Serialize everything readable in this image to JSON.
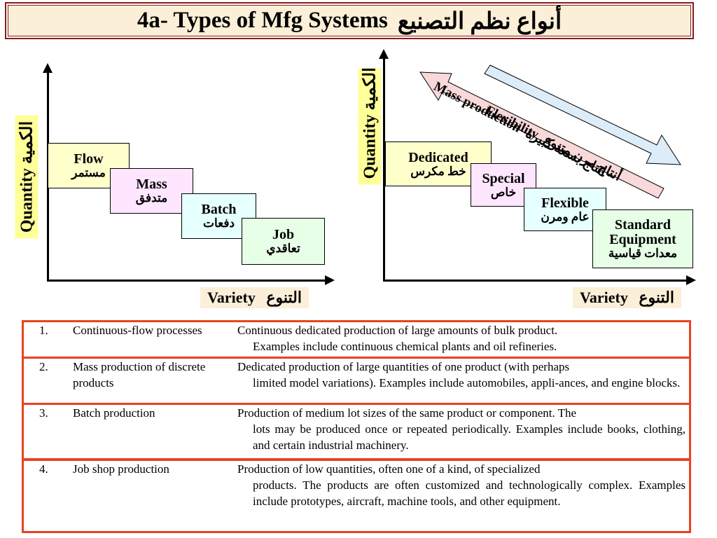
{
  "title": {
    "en": "4a- Types of Mfg Systems",
    "ar": "أنواع نظم التصنيع"
  },
  "left_chart": {
    "ylabel_en": "Quantity",
    "ylabel_ar": "الكمية",
    "xlabel_en": "Variety",
    "xlabel_ar": "التنوع",
    "boxes": [
      {
        "en": "Flow",
        "ar": "مستمر",
        "color": "#ffffcc"
      },
      {
        "en": "Mass",
        "ar": "متدفق",
        "color": "#ffe6ff"
      },
      {
        "en": "Batch",
        "ar": "دفعات",
        "color": "#e6ffff"
      },
      {
        "en": "Job",
        "ar": "تعاقدي",
        "color": "#e6ffe6"
      }
    ]
  },
  "right_chart": {
    "ylabel_en": "Quantity",
    "ylabel_ar": "الكمية",
    "xlabel_en": "Variety",
    "xlabel_ar": "التنوع",
    "arrow_flexibility": {
      "en": "Flexibility",
      "ar": "أنتاج مرن متنوع",
      "color": "#dcecf8"
    },
    "arrow_mass": {
      "en": "Mass production",
      "ar": "انتاج بسعة كبيرة",
      "color": "#f8d8d8"
    },
    "boxes": [
      {
        "en": "Dedicated",
        "ar": "خط مكرس",
        "color": "#ffffcc"
      },
      {
        "en": "Special",
        "ar": "خاص",
        "color": "#ffe6ff"
      },
      {
        "en": "Flexible",
        "ar": "عام ومرن",
        "color": "#e6ffff"
      },
      {
        "en_1": "Standard",
        "en_2": "Equipment",
        "ar": "معدات قياسية",
        "color": "#e6ffe6"
      }
    ]
  },
  "table": {
    "rows": [
      {
        "num": "1.",
        "name": "Continuous-flow processes",
        "desc_first": "Continuous dedicated production of large amounts of bulk product.",
        "desc_rest": "Examples include continuous chemical plants and oil refineries."
      },
      {
        "num": "2.",
        "name": "Mass production of discrete products",
        "desc_first": "Dedicated production of large quantities of one product (with perhaps",
        "desc_rest": "limited model variations). Examples include automobiles, appli-ances, and engine blocks."
      },
      {
        "num": "3.",
        "name": "Batch production",
        "desc_first": "Production of medium lot sizes of the same product or component. The",
        "desc_rest": "lots may be produced once or repeated periodically. Examples include books, clothing, and certain industrial machinery."
      },
      {
        "num": "4.",
        "name": "Job shop production",
        "desc_first": "Production of low quantities, often one of a kind, of specialized",
        "desc_rest": "products. The products are often customized and technologically complex. Examples include prototypes, aircraft, machine tools, and other equipment."
      }
    ]
  }
}
